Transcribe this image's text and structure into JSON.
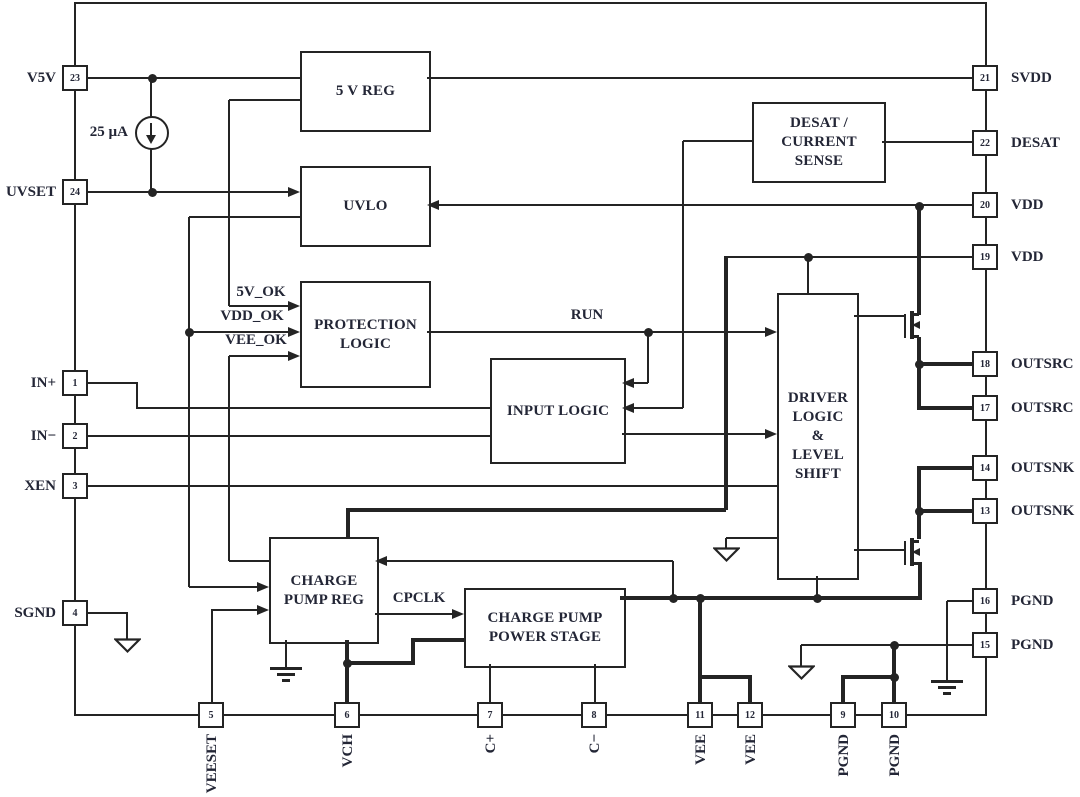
{
  "diagram": {
    "type": "ic-functional-block-diagram",
    "line_color": "#242424",
    "text_color": "#232636",
    "background": "#ffffff"
  },
  "blocks": {
    "reg5v": {
      "label": "5 V REG"
    },
    "uvlo": {
      "label": "UVLO"
    },
    "protection": {
      "label": "PROTECTION\nLOGIC"
    },
    "input_logic": {
      "label": "INPUT LOGIC"
    },
    "desat": {
      "label": "DESAT /\nCURRENT\nSENSE"
    },
    "driver": {
      "label": "DRIVER\nLOGIC\n&\nLEVEL\nSHIFT"
    },
    "cp_reg": {
      "label": "CHARGE\nPUMP REG"
    },
    "cp_power": {
      "label": "CHARGE PUMP\nPOWER STAGE"
    }
  },
  "signals": {
    "run": "RUN",
    "cpclk": "CPCLK",
    "ok_5v": "5V_OK",
    "ok_vdd": "VDD_OK",
    "ok_vee": "VEE_OK",
    "bias_current": "25 µA"
  },
  "pins": {
    "left": [
      {
        "num": "23",
        "name": "V5V"
      },
      {
        "num": "24",
        "name": "UVSET"
      },
      {
        "num": "1",
        "name": "IN+"
      },
      {
        "num": "2",
        "name": "IN−"
      },
      {
        "num": "3",
        "name": "XEN"
      },
      {
        "num": "4",
        "name": "SGND"
      }
    ],
    "right": [
      {
        "num": "21",
        "name": "SVDD"
      },
      {
        "num": "22",
        "name": "DESAT"
      },
      {
        "num": "20",
        "name": "VDD"
      },
      {
        "num": "19",
        "name": "VDD"
      },
      {
        "num": "18",
        "name": "OUTSRC"
      },
      {
        "num": "17",
        "name": "OUTSRC"
      },
      {
        "num": "14",
        "name": "OUTSNK"
      },
      {
        "num": "13",
        "name": "OUTSNK"
      },
      {
        "num": "16",
        "name": "PGND"
      },
      {
        "num": "15",
        "name": "PGND"
      }
    ],
    "bottom": [
      {
        "num": "5",
        "name": "VEESET"
      },
      {
        "num": "6",
        "name": "VCH"
      },
      {
        "num": "7",
        "name": "C+"
      },
      {
        "num": "8",
        "name": "C−"
      },
      {
        "num": "11",
        "name": "VEE"
      },
      {
        "num": "12",
        "name": "VEE"
      },
      {
        "num": "9",
        "name": "PGND"
      },
      {
        "num": "10",
        "name": "PGND"
      }
    ]
  }
}
